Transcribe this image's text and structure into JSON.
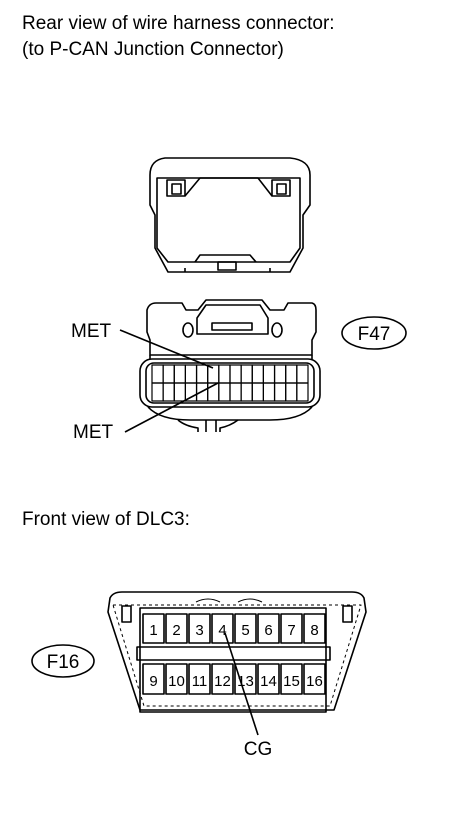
{
  "captions": {
    "harness_line1": "Rear view of wire harness connector:",
    "harness_line2": "(to P-CAN Junction Connector)",
    "dlc3": "Front view of DLC3:"
  },
  "connector_f47": {
    "id": "F47",
    "pin_label_upper": "MET",
    "pin_label_lower": "MET"
  },
  "connector_f16": {
    "id": "F16",
    "pins_top": [
      "1",
      "2",
      "3",
      "4",
      "5",
      "6",
      "7",
      "8"
    ],
    "pins_bottom": [
      "9",
      "10",
      "11",
      "12",
      "13",
      "14",
      "15",
      "16"
    ],
    "pin_label": "CG"
  }
}
